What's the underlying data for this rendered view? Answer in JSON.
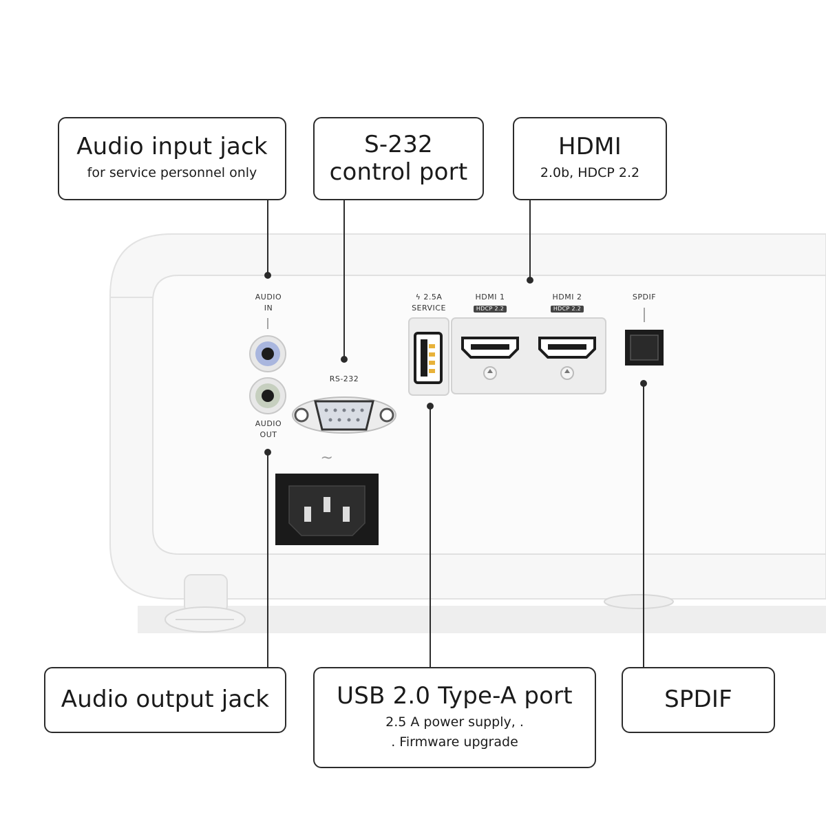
{
  "callouts": {
    "audio_in": {
      "title": "Audio input jack",
      "subtitle": "for service personnel only"
    },
    "rs232": {
      "title_line1": "S-232",
      "title_line2": "control port"
    },
    "hdmi": {
      "title": "HDMI",
      "subtitle": "2.0b, HDCP 2.2"
    },
    "audio_out": {
      "title": "Audio output jack"
    },
    "usb": {
      "title": "USB 2.0 Type-A port",
      "subtitle_line1": "2.5 A power supply, .",
      "subtitle_line2": ". Firmware upgrade"
    },
    "spdif": {
      "title": "SPDIF"
    }
  },
  "port_labels": {
    "audio_in_line1": "AUDIO",
    "audio_in_line2": "IN",
    "audio_out_line1": "AUDIO",
    "audio_out_line2": "OUT",
    "rs232": "RS-232",
    "usb_line1": "ϟ 2.5A",
    "usb_line2": "SERVICE",
    "hdmi1": "HDMI 1",
    "hdmi1_tag": "HDCP 2.2",
    "hdmi2": "HDMI 2",
    "hdmi2_tag": "HDCP 2.2",
    "spdif": "SPDIF",
    "power": "~"
  },
  "colors": {
    "body": "#f6f6f6",
    "panel": "#fbfbfb",
    "outline": "#2b2b2b",
    "port_dark": "#1c1c1c",
    "audio_in_ring": "#a9b6de",
    "audio_out_ring": "#c6cfbf"
  }
}
